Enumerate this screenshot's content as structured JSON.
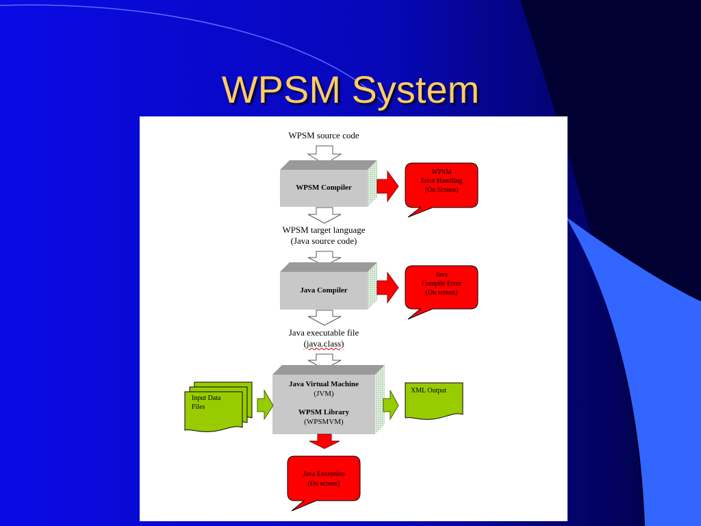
{
  "slide": {
    "title": "WPSM System",
    "colors": {
      "background": "#0a0ae6",
      "title": "#ffcc66",
      "accent_band": "#3366ff",
      "dark_band": "#000033"
    }
  },
  "diagram": {
    "labels": {
      "source_code": "WPSM source code",
      "target_lang_line1": "WPSM target language",
      "target_lang_line2": "(Java source code)",
      "executable_line1": "Java executable file",
      "executable_line2": "(java.class)"
    },
    "boxes": {
      "wpsm_compiler": "WPSM Compiler",
      "java_compiler": "Java Compiler",
      "jvm_line1": "Java Virtual Machine",
      "jvm_line2": "(JVM)",
      "lib_line1": "WPSM Library",
      "lib_line2": "(WPSMVM)"
    },
    "bubbles": {
      "wpsm_error": [
        "WPSM",
        "Error Handling",
        "(On Screen)"
      ],
      "java_error": [
        "Java",
        "Compile Error",
        "(On screen)"
      ],
      "java_exception": [
        "Java Exception",
        "(On screen)"
      ]
    },
    "documents": {
      "input_line1": "Input Data",
      "input_line2": "Files",
      "xml_output": "XML Output"
    },
    "colors": {
      "box": "#c8c8c8",
      "error": "#ff0000",
      "doc": "#99cc00"
    }
  }
}
